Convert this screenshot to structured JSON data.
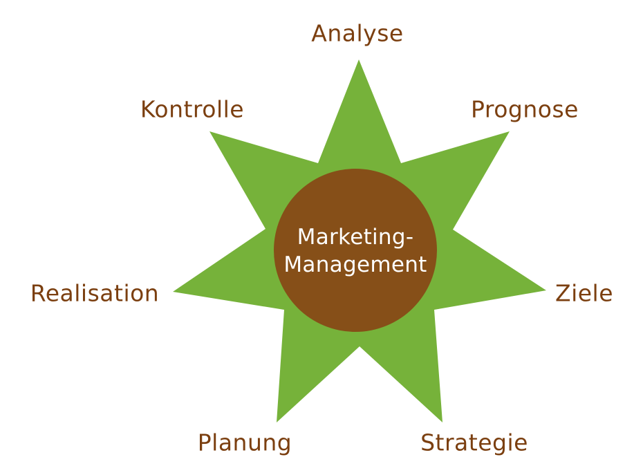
{
  "diagram": {
    "type": "star-cycle",
    "center": {
      "line1": "Marketing-",
      "line2": "Management"
    },
    "labels": {
      "analyse": "Analyse",
      "prognose": "Prognose",
      "ziele": "Ziele",
      "strategie": "Strategie",
      "planung": "Planung",
      "realisation": "Realisation",
      "kontrolle": "Kontrolle"
    },
    "colors": {
      "star_fill": "#76b23a",
      "circle_fill": "#864f18",
      "label_text": "#7b3f10",
      "center_text": "#ffffff",
      "background": "#ffffff"
    }
  }
}
